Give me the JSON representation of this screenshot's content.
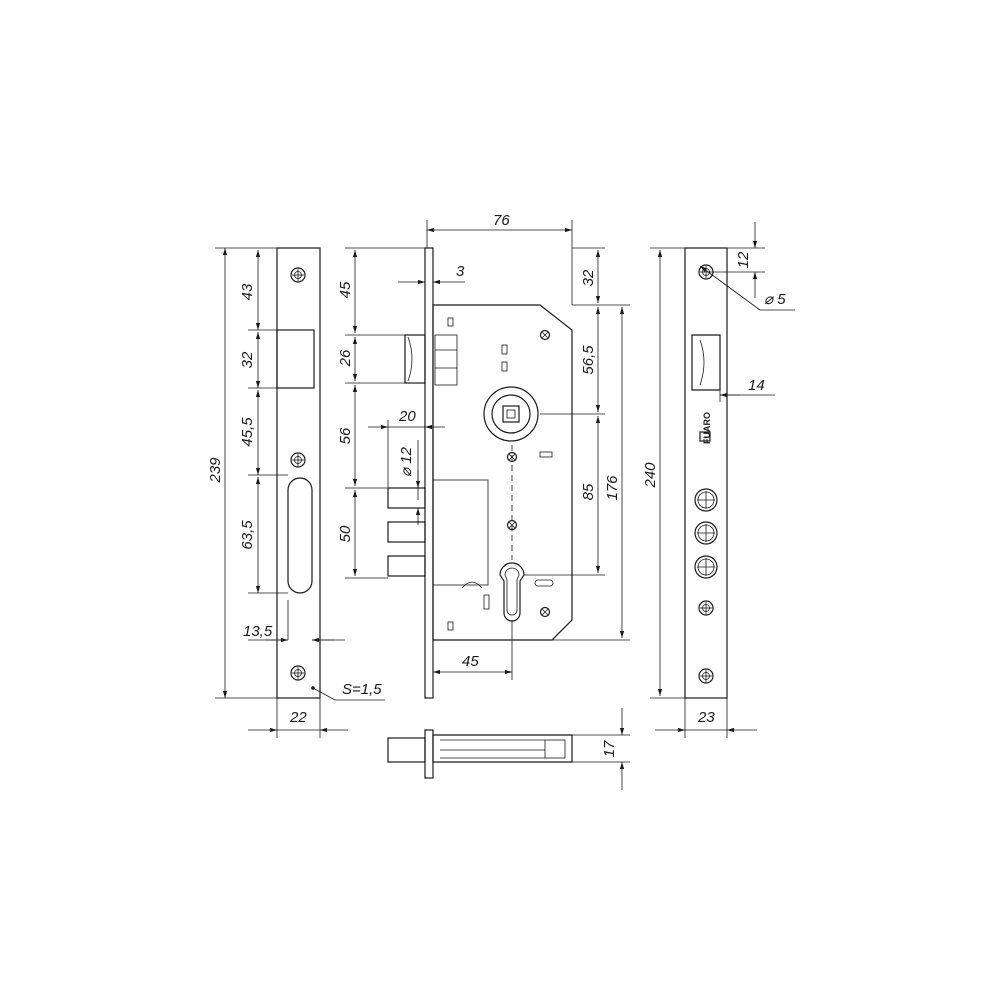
{
  "strike_plate": {
    "height": "239",
    "seg_top": "43",
    "seg_latch": "32",
    "seg_mid": "45,5",
    "seg_slot": "63,5",
    "slot_offset": "13,5",
    "width": "22",
    "thickness": "S=1,5"
  },
  "lock_body": {
    "depth": "76",
    "faceplate_thickness": "3",
    "top_to_latch": "45",
    "latch_height": "26",
    "latch_to_bolt": "56",
    "bolt_throw": "20",
    "bolt_diameter": "⌀ 12",
    "bolt_span": "50",
    "top_offset": "32",
    "handle_offset": "56,5",
    "centre_distance": "85",
    "body_height": "176",
    "backset": "45"
  },
  "faceplate": {
    "length": "240",
    "hole_offset": "12",
    "hole_diameter": "⌀ 5",
    "latch_width": "14",
    "width": "23",
    "brand": "FUARO"
  },
  "bottom_view": {
    "thickness": "17"
  }
}
